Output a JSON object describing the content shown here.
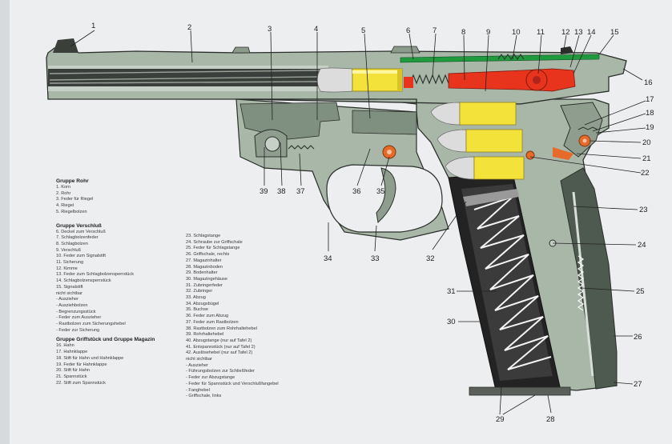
{
  "callouts": [
    "1",
    "2",
    "3",
    "4",
    "5",
    "6",
    "7",
    "8",
    "9",
    "10",
    "11",
    "12",
    "13",
    "14",
    "15",
    "16",
    "17",
    "18",
    "19",
    "20",
    "21",
    "22",
    "23",
    "24",
    "25",
    "26",
    "27",
    "28",
    "29",
    "30",
    "31",
    "32",
    "33",
    "34",
    "35",
    "36",
    "37",
    "38",
    "39"
  ],
  "legend_left": {
    "group_barrel": {
      "title": "Gruppe Rohr",
      "items": [
        "1. Korn",
        "2. Rohr",
        "3. Feder für Riegel",
        "4. Riegel",
        "5. Riegelbolzen"
      ]
    },
    "group_slide": {
      "title": "Gruppe Verschluß",
      "items": [
        "6. Deckel zum Verschluß",
        "7. Schlagbolzenfeder",
        "8. Schlagbolzen",
        "9. Verschluß",
        "10. Feder zum Signalstift",
        "11. Sicherung",
        "12. Kimme",
        "13. Feder zum Schlagbolzensperrstück",
        "14. Schlagbolzensperrstück",
        "15. Signalstift",
        "nicht sichtbar",
        "- Auszieher",
        "- Ausziehbolzen",
        "- Begrenzungsstück",
        "- Feder zum Auszieher",
        "- Rastbolzen zum Sicherungshebel",
        "- Feder zur Sicherung"
      ]
    },
    "group_grip": {
      "title": "Gruppe Griffstück und Gruppe Magazin",
      "items": [
        "16. Hahn",
        "17. Hahnklappe",
        "18. Stift für Hahn und Hahnklappe",
        "19. Feder für Hahnklappe",
        "20. Stift für Hahn",
        "21. Spannstück",
        "22. Stift zum Spannstück"
      ]
    }
  },
  "legend_right": {
    "items": [
      "23. Schlagstange",
      "24. Schraube zur Griffschale",
      "25. Feder für Schlagstange",
      "26. Griffschale, rechts",
      "27. Magazinhalter",
      "28. Magazinboden",
      "29. Bodenhalter",
      "30. Magazingehäuse",
      "31. Zubringerfeder",
      "32. Zubringer",
      "33. Abzug",
      "34. Abzugsbügel",
      "35. Buchse",
      "36. Feder zum Abzug",
      "37. Feder zum Rastbolzen",
      "38. Rastbolzen zum Rohrhaltehebel",
      "39. Rohrhaltehebel",
      "40. Abzugstange (nur auf Tafel 2)",
      "41. Entspannstück (nur auf Tafel 2)",
      "42. Auslösehebel (nur auf Tafel 2)",
      "nicht sichtbar",
      "- Auszieher",
      "- Führungsbolzen zur Schließfeder",
      "- Feder zur Abzugstange",
      "- Feder für Spannstück und Verschlußfangebel",
      "- Fanghebel",
      "- Griffschale, links"
    ]
  },
  "colors": {
    "background": "#eceef0",
    "metal": "#a9b7a9",
    "metal_dark": "#7f8f80",
    "outline": "#2a2f2a",
    "barrel_bore": "#3b3f3b",
    "cartridge_brass": "#f2e23a",
    "bullet": "#dcdcdc",
    "firing_pin": "#e8341c",
    "signal_pin": "#1f9a3c",
    "accent_orange": "#e86a2a",
    "magazine_black": "#232323",
    "spring_white": "#f4f4f4"
  }
}
